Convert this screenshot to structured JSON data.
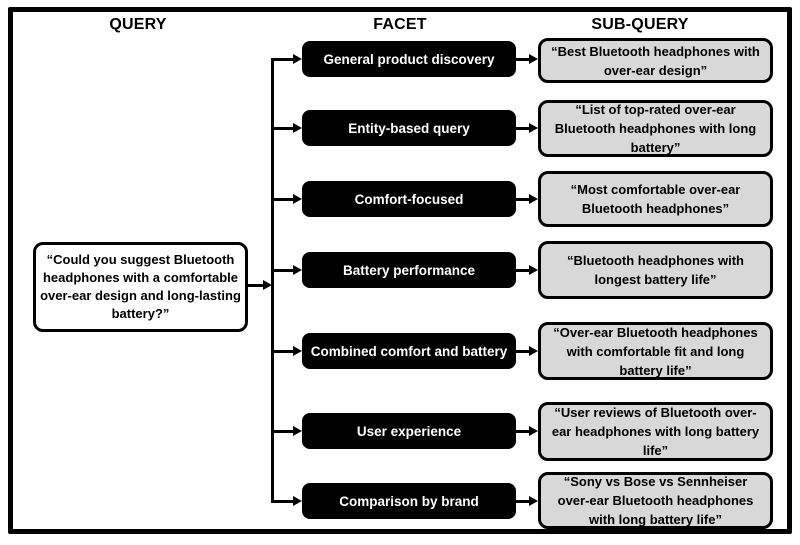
{
  "headers": {
    "query": "QUERY",
    "facet": "FACET",
    "sub_query": "SUB-QUERY"
  },
  "query": {
    "text": "“Could you suggest Bluetooth headphones with a comfortable over-ear design and long-lasting battery?”"
  },
  "rows": [
    {
      "facet": "General product discovery",
      "sub_query": "“Best Bluetooth headphones with over-ear design”"
    },
    {
      "facet": "Entity-based query",
      "sub_query": "“List of top-rated over-ear Bluetooth headphones with long battery”"
    },
    {
      "facet": "Comfort-focused",
      "sub_query": "“Most comfortable over-ear Bluetooth headphones”"
    },
    {
      "facet": "Battery performance",
      "sub_query": "“Bluetooth headphones with longest battery life”"
    },
    {
      "facet": "Combined comfort and battery",
      "sub_query": "“Over-ear Bluetooth headphones with comfortable fit and long battery life”"
    },
    {
      "facet": "User experience",
      "sub_query": "“User reviews of Bluetooth over-ear headphones with long battery life”"
    },
    {
      "facet": "Comparison by brand",
      "sub_query": "“Sony vs Bose vs Sennheiser over-ear Bluetooth headphones with long battery life”"
    }
  ],
  "colors": {
    "facet_bg": "#000000",
    "facet_text": "#ffffff",
    "subquery_bg": "#d8d8d8",
    "border": "#000000",
    "background": "#ffffff"
  }
}
